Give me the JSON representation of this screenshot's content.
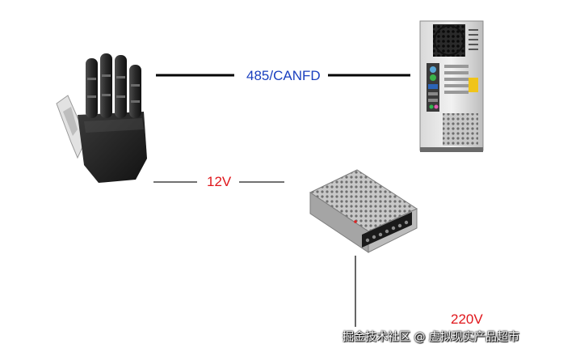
{
  "connections": {
    "communication_label": "485/CANFD",
    "communication_color": "#1a3fbf",
    "dc_power_label": "12V",
    "dc_power_color": "#e0161b",
    "ac_power_label": "220V",
    "ac_power_color": "#e0161b"
  },
  "devices": {
    "hand_icon": "robotic-hand-icon",
    "computer_icon": "desktop-tower-icon",
    "psu_icon": "power-supply-icon"
  },
  "watermark": {
    "text": "掘金技术社区 @ 虚拟现实产品超市"
  }
}
